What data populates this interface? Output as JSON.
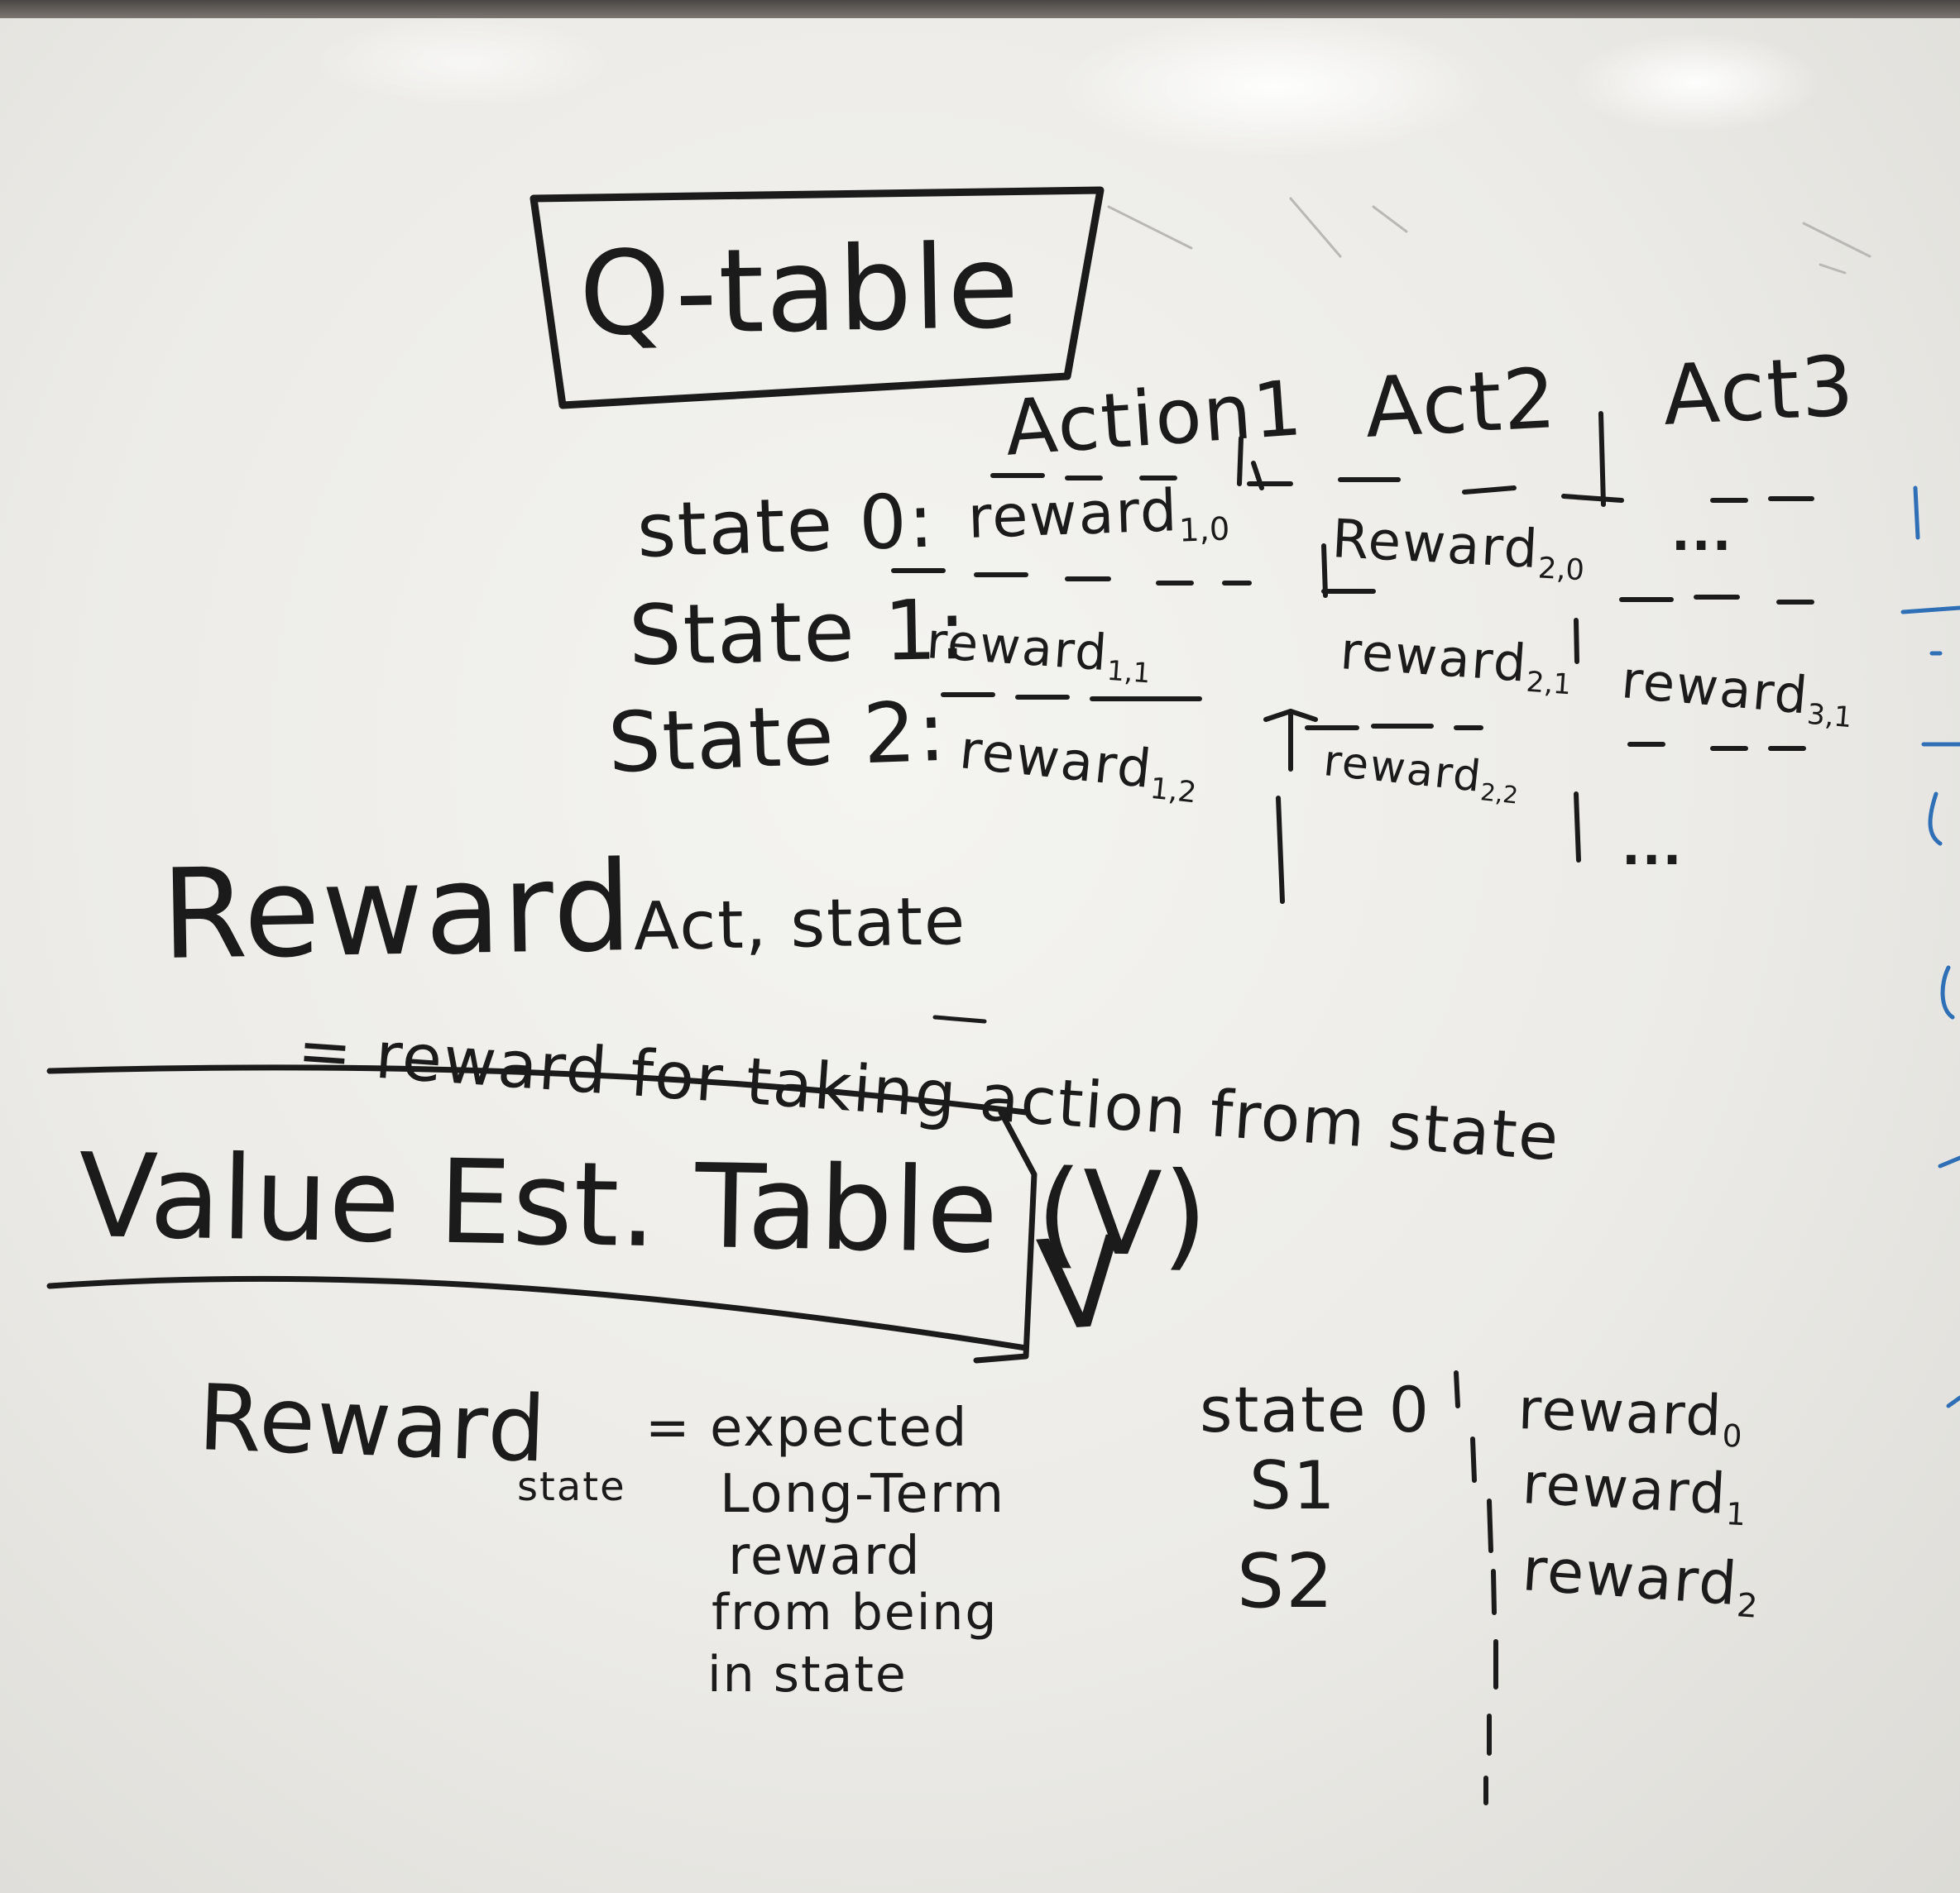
{
  "q_table": {
    "title": "Q-table",
    "columns": [
      "Action1",
      "Act2",
      "Act3"
    ],
    "rows": [
      {
        "state": "state 0",
        "cells": [
          {
            "base": "reward",
            "sub": "1,0"
          },
          {
            "base": "Reward",
            "sub": "2,0"
          },
          {
            "base": "...",
            "sub": ""
          }
        ]
      },
      {
        "state": "State 1",
        "cells": [
          {
            "base": "reward",
            "sub": "1,1"
          },
          {
            "base": "reward",
            "sub": "2,1"
          },
          {
            "base": "reward",
            "sub": "3,1"
          }
        ]
      },
      {
        "state": "State 2",
        "cells": [
          {
            "base": "reward",
            "sub": "1,2"
          },
          {
            "base": "reward",
            "sub": "2,2"
          },
          {
            "base": "...",
            "sub": ""
          }
        ]
      }
    ]
  },
  "q_definition": {
    "term": "Reward",
    "subscript": "Act, state",
    "meaning": "= reward for taking action from state"
  },
  "value_table": {
    "title": "Value Est. Table (V)",
    "mark": "V",
    "rows": [
      {
        "state": "state 0",
        "base": "reward",
        "sub": "0"
      },
      {
        "state": "S1",
        "base": "reward",
        "sub": "1"
      },
      {
        "state": "S2",
        "base": "reward",
        "sub": "2"
      }
    ]
  },
  "v_definition": {
    "term": "Reward",
    "subscript": "state",
    "meaning_lines": [
      "= expected",
      "Long-Term",
      "reward",
      "from being",
      "in state"
    ]
  },
  "colors": {
    "marker_black": "#1b1b1b",
    "marker_blue": "#2f6fb5"
  }
}
